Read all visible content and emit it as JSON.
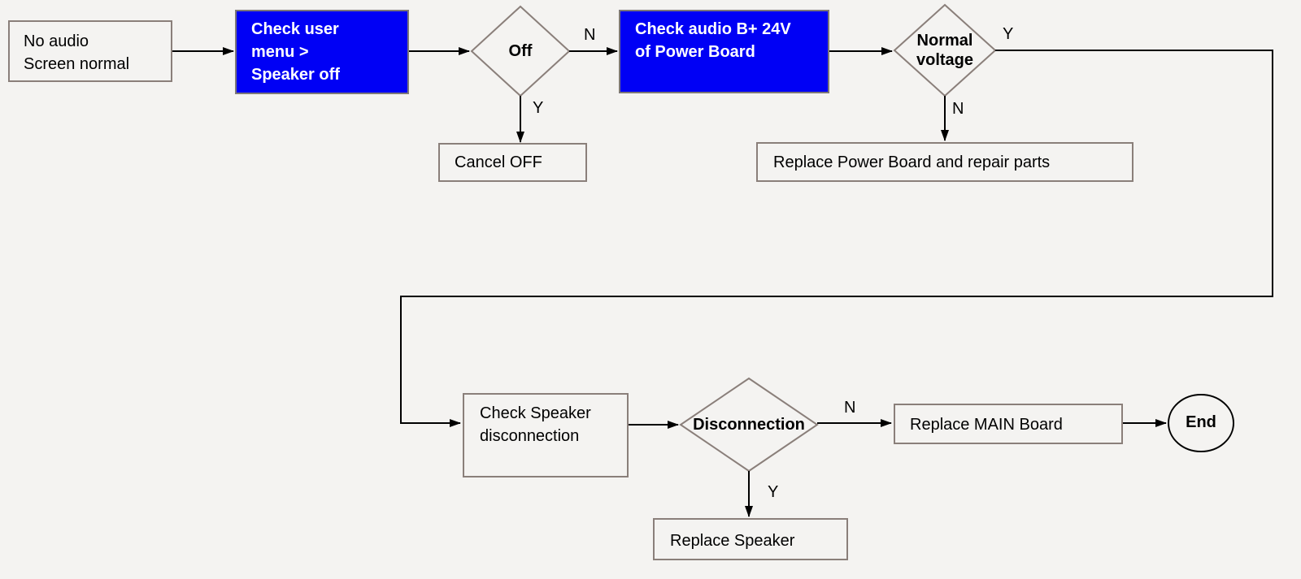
{
  "nodes": {
    "start": "No audio\nScreen normal",
    "check_user_menu": "Check user\nmenu  >\nSpeaker off",
    "off_decision": "Off",
    "cancel_off": "Cancel OFF",
    "check_audio_b": "Check audio B+ 24V\nof Power Board",
    "normal_voltage_decision": "Normal\nvoltage",
    "replace_power_board": "Replace Power Board and repair parts",
    "check_speaker": "Check Speaker\ndisconnection",
    "disconnection_decision": "Disconnection",
    "replace_main_board": "Replace MAIN Board",
    "replace_speaker": "Replace Speaker",
    "end": "End"
  },
  "edge_labels": {
    "off_no": "N",
    "off_yes": "Y",
    "voltage_yes": "Y",
    "voltage_no": "N",
    "disconnection_no": "N",
    "disconnection_yes": "Y"
  },
  "colors": {
    "process_highlight": "#0000f5",
    "border": "#8a7f7a",
    "connector": "#000000",
    "background": "#f4f3f1"
  }
}
